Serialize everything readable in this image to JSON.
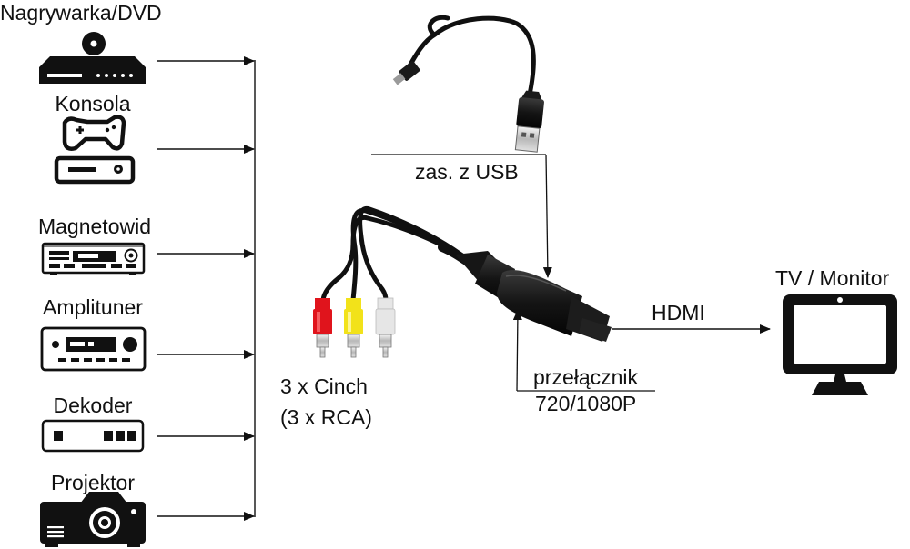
{
  "sources": [
    {
      "label": "Nagrywarka/DVD",
      "icon": "dvd-recorder-icon"
    },
    {
      "label": "Konsola",
      "icon": "game-console-icon"
    },
    {
      "label": "Magnetowid",
      "icon": "vcr-icon"
    },
    {
      "label": "Amplituner",
      "icon": "av-receiver-icon"
    },
    {
      "label": "Dekoder",
      "icon": "set-top-box-icon"
    },
    {
      "label": "Projektor",
      "icon": "projector-icon"
    }
  ],
  "usb_power": "zas. z USB",
  "cinch_line1": "3 x Cinch",
  "cinch_line2": "(3 x RCA)",
  "switch_line1": "przełącznik",
  "switch_line2": "720/1080P",
  "hdmi": "HDMI",
  "output": "TV / Monitor",
  "colors": {
    "rca_red": "#e0141c",
    "rca_yellow": "#f2e21a",
    "rca_white": "#e6e6e6",
    "ink": "#111111"
  }
}
